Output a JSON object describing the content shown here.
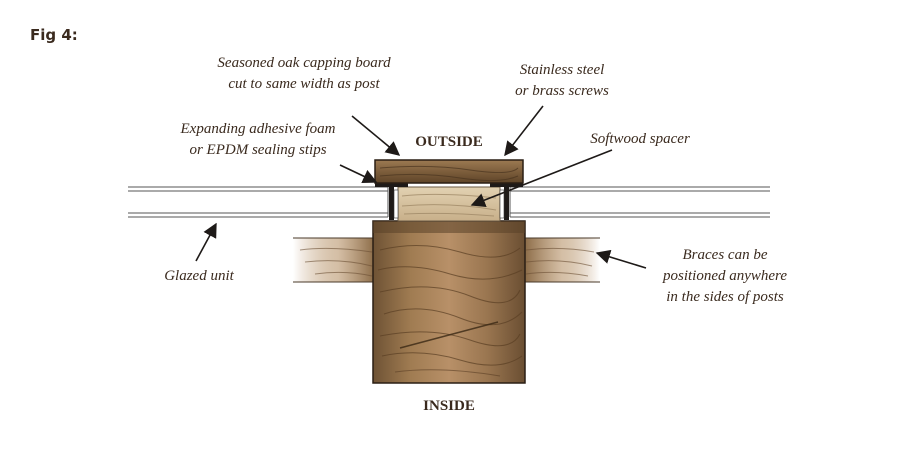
{
  "figure": {
    "label": "Fig 4:"
  },
  "labels": {
    "outside": "OUTSIDE",
    "inside": "INSIDE"
  },
  "annotations": {
    "capping_board": [
      "Seasoned oak capping board",
      "cut to same width as post"
    ],
    "screws": [
      "Stainless steel",
      "or brass screws"
    ],
    "foam": [
      "Expanding adhesive foam",
      "or EPDM sealing stips"
    ],
    "spacer": [
      "Softwood spacer"
    ],
    "glazed_unit": [
      "Glazed unit"
    ],
    "braces": [
      "Braces can be",
      "positioned anywhere",
      "in the sides of posts"
    ]
  },
  "colors": {
    "text": "#3a2a1e",
    "wood_dark": "#7a5a3a",
    "wood_mid": "#a88458",
    "wood_light": "#c9ab80",
    "spacer": "#d8c4a0",
    "glass_line": "#555555",
    "seal": "#1e1a18"
  }
}
